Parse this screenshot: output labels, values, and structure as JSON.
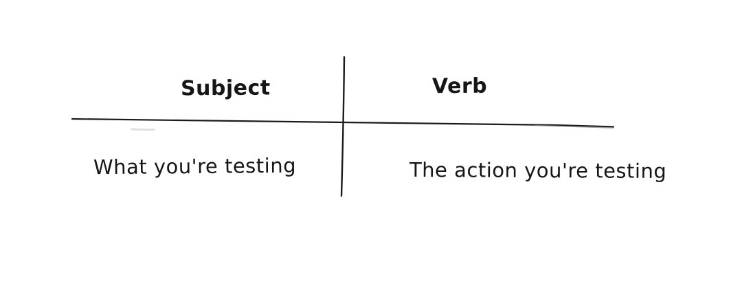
{
  "diagram": {
    "style": "hand-drawn whiteboard table",
    "table": {
      "left": {
        "header": "Subject",
        "description": "What you're testing"
      },
      "right": {
        "header": "Verb",
        "description": "The action you're testing"
      }
    }
  },
  "colors": {
    "ink": "#1b1b1b",
    "ink_light": "#8a8a8a",
    "smudge": "#c9c9c9",
    "background": "#ffffff",
    "text": "#161616"
  }
}
